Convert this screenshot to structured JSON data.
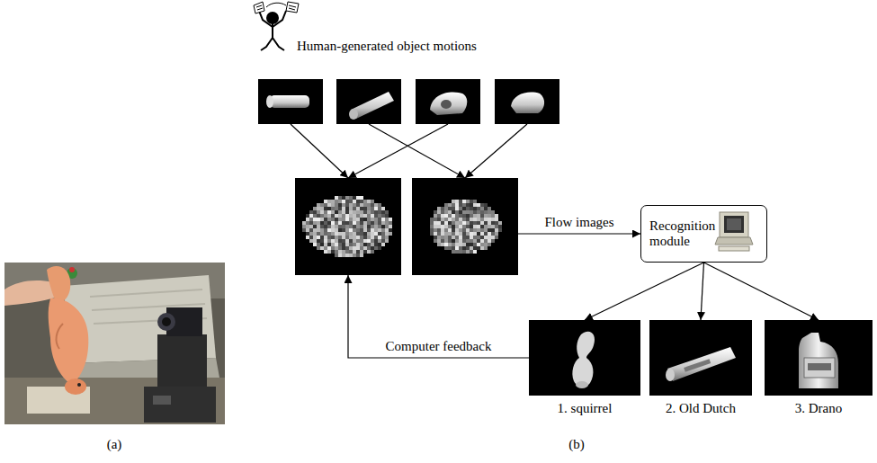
{
  "diagram": {
    "nodes": [
      {
        "text": []
      },
      {
        "text": []
      },
      {
        "text": []
      },
      {
        "text": []
      },
      {
        "text": []
      },
      {
        "text": []
      },
      {
        "text": [
          "Recognition module"
        ]
      },
      {
        "text": [
          "1. squirrel"
        ]
      },
      {
        "text": [
          "2. Old Dutch"
        ]
      },
      {
        "text": [
          "3. Drano"
        ]
      }
    ],
    "edges": [
      {
        "from": 0,
        "to": 4,
        "arrow": "to"
      },
      {
        "from": 1,
        "to": 5,
        "arrow": "to"
      },
      {
        "from": 2,
        "to": 4,
        "arrow": "to"
      },
      {
        "from": 3,
        "to": 5,
        "arrow": "to"
      },
      {
        "from": 5,
        "to": 6,
        "label": "Flow images",
        "arrow": "to"
      },
      {
        "from": 6,
        "to": 7,
        "arrow": "to"
      },
      {
        "from": 6,
        "to": 8,
        "arrow": "to"
      },
      {
        "from": 6,
        "to": 9,
        "arrow": "to"
      },
      {
        "from": 7,
        "to": 4,
        "label": "Computer feedback",
        "arrow": "to"
      }
    ],
    "labels": [
      "Human-generated object motions",
      "(a)",
      "(b)"
    ]
  }
}
